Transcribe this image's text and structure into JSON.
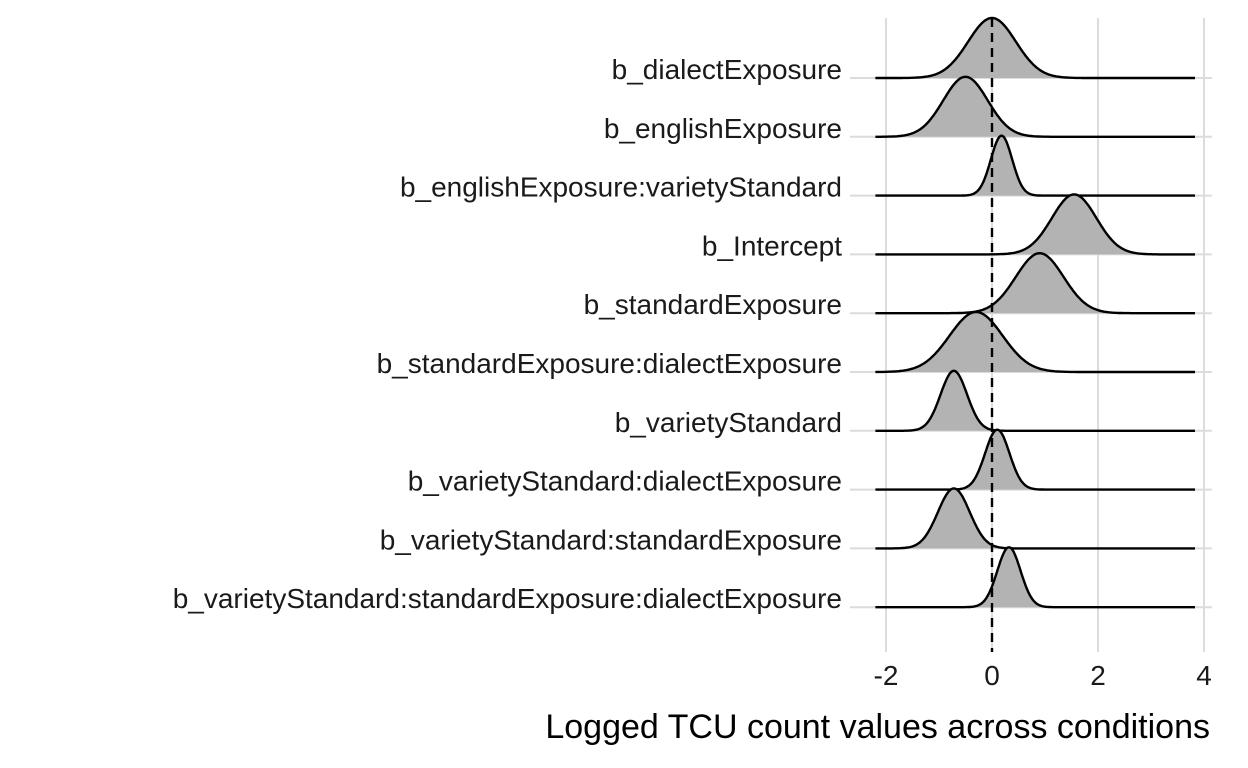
{
  "chart_data": {
    "type": "ridgeline",
    "xlabel": "Logged TCU count values across conditions",
    "ylabel": "",
    "xlim": [
      -2.2,
      4.1
    ],
    "x_ticks": [
      "-2",
      "0",
      "2",
      "4"
    ],
    "x_tick_values": [
      -2,
      0,
      2,
      4
    ],
    "reference_line": 0,
    "grid": "vertical major gridlines",
    "fill_color": "#b3b3b3",
    "series": [
      {
        "name": "b_dialectExposure",
        "mode": 0.0,
        "sd": 0.45,
        "range": [
          -2.2,
          3.85
        ]
      },
      {
        "name": "b_englishExposure",
        "mode": -0.5,
        "sd": 0.42,
        "range": [
          -2.2,
          3.85
        ]
      },
      {
        "name": "b_englishExposure:varietyStandard",
        "mode": 0.18,
        "sd": 0.2,
        "range": [
          -2.2,
          3.85
        ]
      },
      {
        "name": "b_Intercept",
        "mode": 1.55,
        "sd": 0.42,
        "range": [
          -2.2,
          3.85
        ]
      },
      {
        "name": "b_standardExposure",
        "mode": 0.9,
        "sd": 0.45,
        "range": [
          -2.2,
          3.85
        ]
      },
      {
        "name": "b_standardExposure:dialectExposure",
        "mode": -0.3,
        "sd": 0.5,
        "range": [
          -2.2,
          3.85
        ]
      },
      {
        "name": "b_varietyStandard",
        "mode": -0.72,
        "sd": 0.25,
        "range": [
          -2.2,
          3.85
        ]
      },
      {
        "name": "b_varietyStandard:dialectExposure",
        "mode": 0.1,
        "sd": 0.23,
        "range": [
          -2.2,
          3.85
        ]
      },
      {
        "name": "b_varietyStandard:standardExposure",
        "mode": -0.72,
        "sd": 0.3,
        "range": [
          -2.2,
          3.85
        ]
      },
      {
        "name": "b_varietyStandard:standardExposure:dialectExposure",
        "mode": 0.32,
        "sd": 0.22,
        "range": [
          -2.2,
          3.85
        ]
      }
    ]
  }
}
